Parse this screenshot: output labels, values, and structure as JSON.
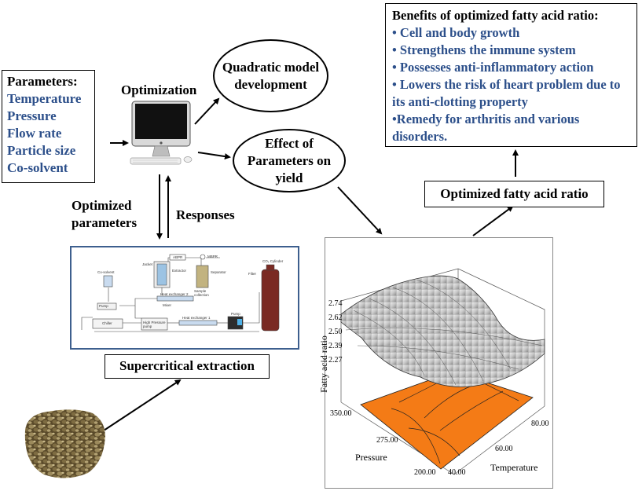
{
  "parameters": {
    "title": "Parameters:",
    "items": [
      "Temperature",
      "Pressure",
      "Flow rate",
      "Particle size",
      "Co-solvent"
    ]
  },
  "optimization_label": "Optimization",
  "quadratic_oval": "Quadratic model development",
  "effect_oval": "Effect of Parameters on yield",
  "optimized_parameters_label": "Optimized parameters",
  "responses_label": "Responses",
  "supercritical_label": "Supercritical extraction",
  "optimized_ratio_label": "Optimized fatty acid ratio",
  "benefits": {
    "title": "Benefits of  optimized fatty acid ratio:",
    "items": [
      "• Cell and body growth",
      "• Strengthens the immune system",
      "• Possesses anti-inflammatory  action",
      "• Lowers the risk of heart problem due to its anti-clotting property",
      "•Remedy for arthritis and various disorders."
    ]
  },
  "schematic": {
    "co_solvent": "Co-solvent",
    "pump_small": "Pump",
    "chiller": "Chiller",
    "high_pressure_pump": "High Pressure pump",
    "heat_exchanger_1": "Heat exchanger 1",
    "heat_exchanger_2": "Heat exchanger 2",
    "mixer": "Mixer",
    "jacket": "Jacket",
    "extractor": "Extractor",
    "abpr": "ABPR",
    "mbpr": "MBPR",
    "separator": "Separator",
    "sample_collection": "Sample collection",
    "filter": "Filter",
    "co2_cylinder": "CO₂ Cylinder",
    "pump_large": "Pump"
  },
  "surface_plot": {
    "z_axis_label": "Fatty acid ratio",
    "z_ticks": [
      "2.74",
      "2.62",
      "2.50",
      "2.39",
      "2.27"
    ],
    "pressure_label": "Pressure",
    "pressure_ticks": [
      "350.00",
      "275.00",
      "200.00"
    ],
    "temperature_label": "Temperature",
    "temperature_ticks": [
      "40.00",
      "60.00",
      "80.00"
    ]
  },
  "colors": {
    "blue_text": "#2c4f8a",
    "schematic_border": "#3d5f8e",
    "contour_fill": "#f47b16",
    "cylinder": "#7a2a23"
  }
}
